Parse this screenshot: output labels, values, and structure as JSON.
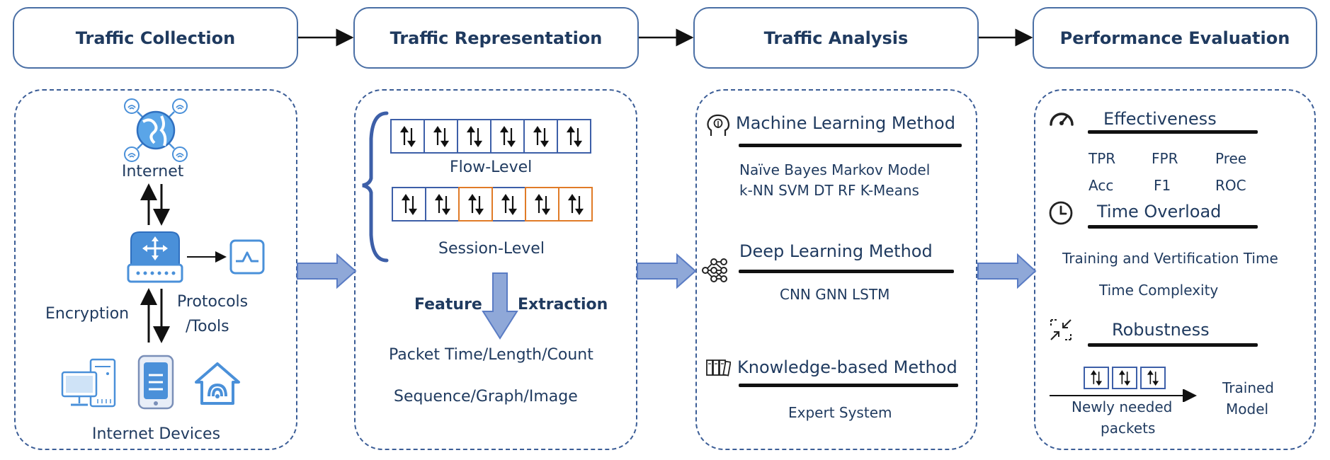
{
  "headers": {
    "collection": "Traffic Collection",
    "representation": "Traffic Representation",
    "analysis": "Traffic Analysis",
    "evaluation": "Performance Evaluation"
  },
  "collection": {
    "internet": "Internet",
    "encryption": "Encryption",
    "protocols_line1": "Protocols",
    "protocols_line2": "/Tools",
    "devices": "Internet Devices"
  },
  "representation": {
    "flow_level": "Flow-Level",
    "session_level": "Session-Level",
    "feature": "Feature",
    "extraction": "Extraction",
    "features_line1": "Packet Time/Length/Count",
    "features_line2": "Sequence/Graph/Image"
  },
  "analysis": {
    "ml_title": "Machine Learning Method",
    "ml_line1": "Naïve Bayes Markov Model",
    "ml_line2": "k-NN  SVM  DT RF  K-Means",
    "dl_title": "Deep Learning Method",
    "dl_line1": "CNN GNN LSTM",
    "kb_title": "Knowledge-based Method",
    "kb_line1": "Expert System"
  },
  "evaluation": {
    "effectiveness": "Effectiveness",
    "metrics_row1": [
      "TPR",
      "FPR",
      "Pree"
    ],
    "metrics_row2": [
      "Acc",
      "F1",
      "ROC"
    ],
    "time_overload": "Time Overload",
    "time_line1": "Training and Vertification Time",
    "time_line2": "Time Complexity",
    "robustness": "Robustness",
    "newly_line1": "Newly needed",
    "newly_line2": "packets",
    "trained_line1": "Trained",
    "trained_line2": "Model"
  },
  "colors": {
    "accent_blue": "#3d5fa8",
    "icon_blue": "#4a90d9",
    "orange": "#e07b27",
    "text_navy": "#1f3a5f"
  },
  "icons": [
    "globe-icon",
    "router-icon",
    "monitor-icon",
    "desktop-icon",
    "phone-icon",
    "smart-home-icon",
    "brain-icon",
    "neural-network-icon",
    "books-icon",
    "gauge-icon",
    "clock-icon",
    "shrink-icon"
  ]
}
